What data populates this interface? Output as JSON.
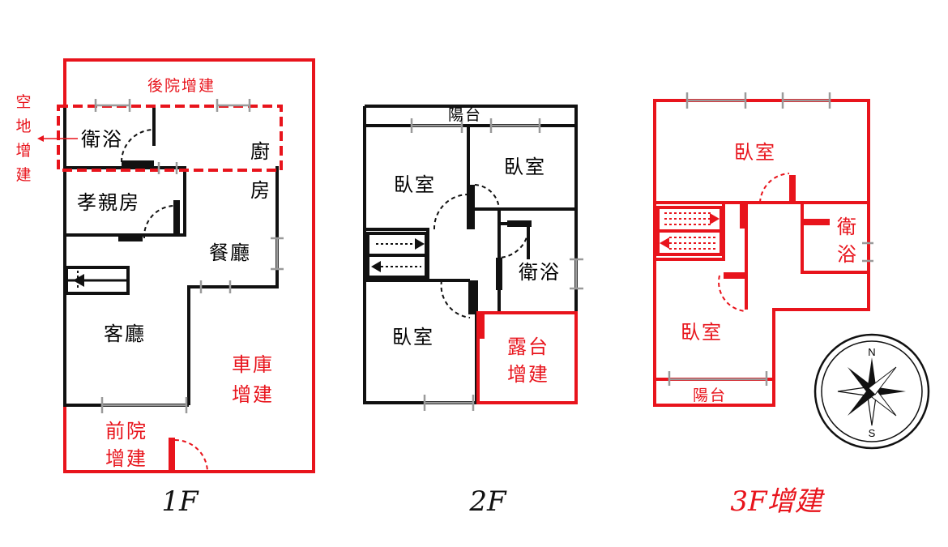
{
  "colors": {
    "existing": "#111111",
    "addition": "#e8141c",
    "window": "#9a9a9a"
  },
  "floor1": {
    "caption": "1F",
    "rooms": {
      "backyard": "後院增建",
      "vacant_lines": [
        "空",
        "地",
        "增",
        "建"
      ],
      "bath": "衛浴",
      "kitchen_lines": [
        "廚",
        "房"
      ],
      "parents_room": "孝親房",
      "dining": "餐廳",
      "living": "客廳",
      "garage_lines": [
        "車庫",
        "增建"
      ],
      "front_lines": [
        "前院",
        "增建"
      ]
    }
  },
  "floor2": {
    "caption": "2F",
    "rooms": {
      "balcony_top": "陽台",
      "bedroom_nw": "臥室",
      "bedroom_ne": "臥室",
      "bath": "衛浴",
      "bedroom_sw": "臥室",
      "terrace_lines": [
        "露台",
        "增建"
      ]
    }
  },
  "floor3": {
    "caption": "3F增建",
    "rooms": {
      "bedroom_top": "臥室",
      "bath_lines": [
        "衛",
        "浴"
      ],
      "bedroom_bottom": "臥室",
      "balcony": "陽台"
    }
  },
  "compass": {
    "north": "N",
    "south": "S"
  }
}
